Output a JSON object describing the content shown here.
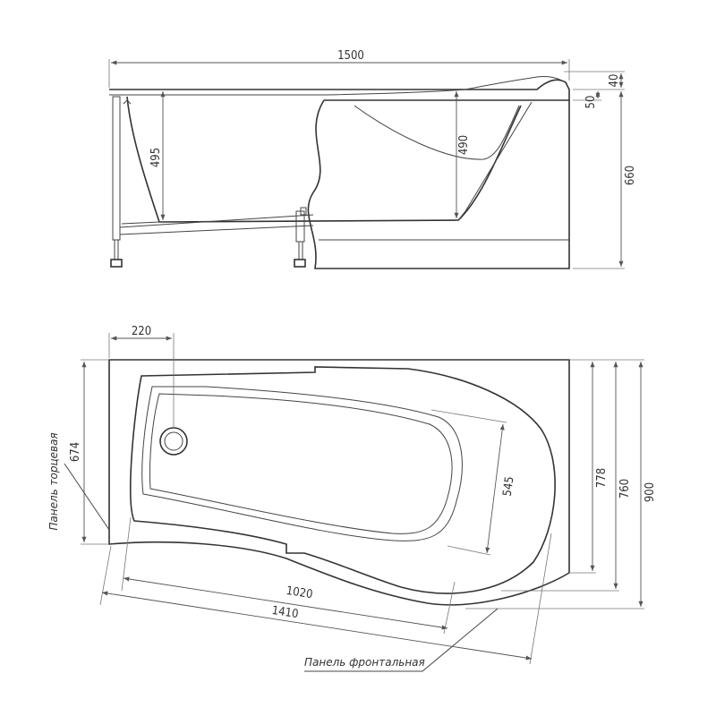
{
  "dimensions": {
    "overall_length": "1500",
    "rim_top": "40",
    "rim_front": "50",
    "depth_left": "495",
    "depth_right": "490",
    "overall_height": "660",
    "drain_offset": "220",
    "end_width": "674",
    "bowl_width": "545",
    "width_778": "778",
    "width_760": "760",
    "overall_width": "900",
    "length_1020": "1020",
    "length_1410": "1410"
  },
  "labels": {
    "end_panel": "Панель торцевая",
    "front_panel": "Панель фронтальная"
  }
}
